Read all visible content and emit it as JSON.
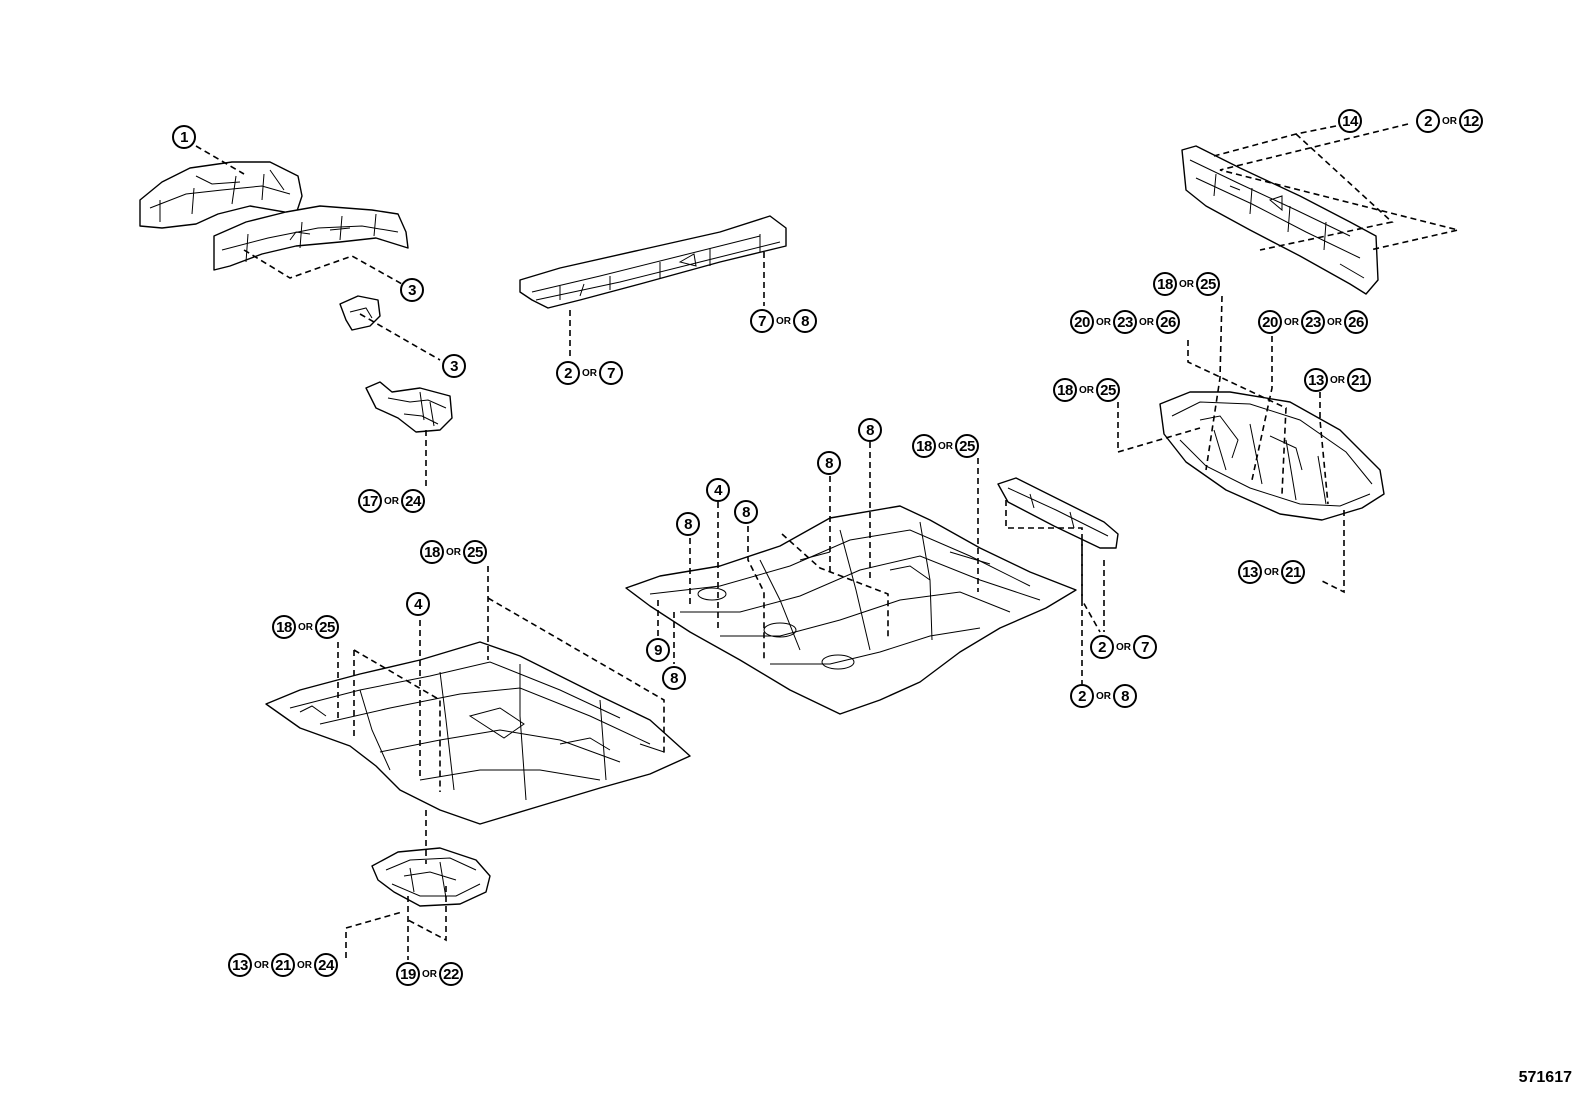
{
  "figure_id": "571617",
  "or_word": "OR",
  "callouts": [
    {
      "id": "c1",
      "parts": [
        "1"
      ]
    },
    {
      "id": "c2",
      "parts": [
        "3"
      ]
    },
    {
      "id": "c3",
      "parts": [
        "3"
      ]
    },
    {
      "id": "c4",
      "parts": [
        "17",
        "24"
      ]
    },
    {
      "id": "c5",
      "parts": [
        "7",
        "8"
      ]
    },
    {
      "id": "c6",
      "parts": [
        "2",
        "7"
      ]
    },
    {
      "id": "c7",
      "parts": [
        "14"
      ]
    },
    {
      "id": "c8",
      "parts": [
        "2",
        "12"
      ]
    },
    {
      "id": "c9",
      "parts": [
        "18",
        "25"
      ]
    },
    {
      "id": "c10",
      "parts": [
        "20",
        "23",
        "26"
      ]
    },
    {
      "id": "c11",
      "parts": [
        "20",
        "23",
        "26"
      ]
    },
    {
      "id": "c12",
      "parts": [
        "18",
        "25"
      ]
    },
    {
      "id": "c13",
      "parts": [
        "13",
        "21"
      ]
    },
    {
      "id": "c14",
      "parts": [
        "13",
        "21"
      ]
    },
    {
      "id": "c15",
      "parts": [
        "8"
      ]
    },
    {
      "id": "c16",
      "parts": [
        "18",
        "25"
      ]
    },
    {
      "id": "c17",
      "parts": [
        "8"
      ]
    },
    {
      "id": "c18",
      "parts": [
        "4"
      ]
    },
    {
      "id": "c19",
      "parts": [
        "8"
      ]
    },
    {
      "id": "c20",
      "parts": [
        "8"
      ]
    },
    {
      "id": "c21",
      "parts": [
        "9"
      ]
    },
    {
      "id": "c22",
      "parts": [
        "8"
      ]
    },
    {
      "id": "c23",
      "parts": [
        "2",
        "7"
      ]
    },
    {
      "id": "c24",
      "parts": [
        "2",
        "8"
      ]
    },
    {
      "id": "c25",
      "parts": [
        "18",
        "25"
      ]
    },
    {
      "id": "c26",
      "parts": [
        "4"
      ]
    },
    {
      "id": "c27",
      "parts": [
        "18",
        "25"
      ]
    },
    {
      "id": "c28",
      "parts": [
        "13",
        "21",
        "24"
      ]
    },
    {
      "id": "c29",
      "parts": [
        "19",
        "22"
      ]
    }
  ]
}
